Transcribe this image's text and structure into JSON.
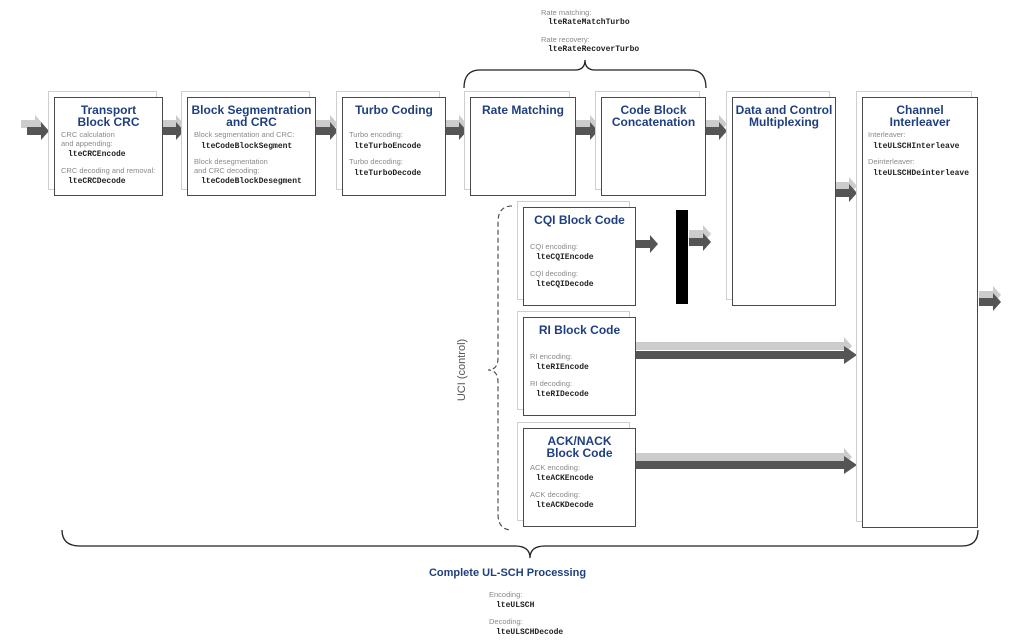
{
  "blocks": {
    "transport_crc": {
      "title": "Transport\nBlock CRC",
      "enc_label": "CRC calculation\nand appending:",
      "enc_fn": "lteCRCEncode",
      "dec_label": "CRC decoding and removal:",
      "dec_fn": "lteCRCDecode"
    },
    "block_seg": {
      "title": "Block Segmentration\nand CRC",
      "enc_label": "Block segmentation and CRC:",
      "enc_fn": "lteCodeBlockSegment",
      "dec_label": "Block desegmentation\nand CRC decoding:",
      "dec_fn": "lteCodeBlockDesegment"
    },
    "turbo": {
      "title": "Turbo Coding",
      "enc_label": "Turbo encoding:",
      "enc_fn": "lteTurboEncode",
      "dec_label": "Turbo decoding:",
      "dec_fn": "lteTurboDecode"
    },
    "rate_matching": {
      "title": "Rate Matching"
    },
    "code_block_concat": {
      "title": "Code Block\nConcatenation"
    },
    "data_control_mux": {
      "title": "Data and Control\nMultiplexing"
    },
    "channel_interleaver": {
      "title": "Channel\nInterleaver",
      "enc_label": "Interleaver:",
      "enc_fn": "lteULSCHInterleave",
      "dec_label": "Deinterleaver:",
      "dec_fn": "lteULSCHDeinterleave"
    },
    "cqi": {
      "title": "CQI Block Code",
      "enc_label": "CQI encoding:",
      "enc_fn": "lteCQIEncode",
      "dec_label": "CQI decoding:",
      "dec_fn": "lteCQIDecode"
    },
    "ri": {
      "title": "RI Block Code",
      "enc_label": "RI encoding:",
      "enc_fn": "lteRIEncode",
      "dec_label": "RI decoding:",
      "dec_fn": "lteRIDecode"
    },
    "ack": {
      "title": "ACK/NACK\nBlock Code",
      "enc_label": "ACK encoding:",
      "enc_fn": "lteACKEncode",
      "dec_label": "ACK decoding:",
      "dec_fn": "lteACKDecode"
    }
  },
  "rate": {
    "match_label": "Rate matching:",
    "match_fn": "lteRateMatchTurbo",
    "recover_label": "Rate recovery:",
    "recover_fn": "lteRateRecoverTurbo"
  },
  "uci_label": "UCI (control)",
  "bottom": {
    "title": "Complete UL-SCH Processing",
    "enc_label": "Encoding:",
    "enc_fn": "lteULSCH",
    "dec_label": "Decoding:",
    "dec_fn": "lteULSCHDecode"
  },
  "colors": {
    "title": "#1f3f7f",
    "arrow_dark": "#555555",
    "arrow_light": "#cccccc",
    "bar": "#000000"
  }
}
